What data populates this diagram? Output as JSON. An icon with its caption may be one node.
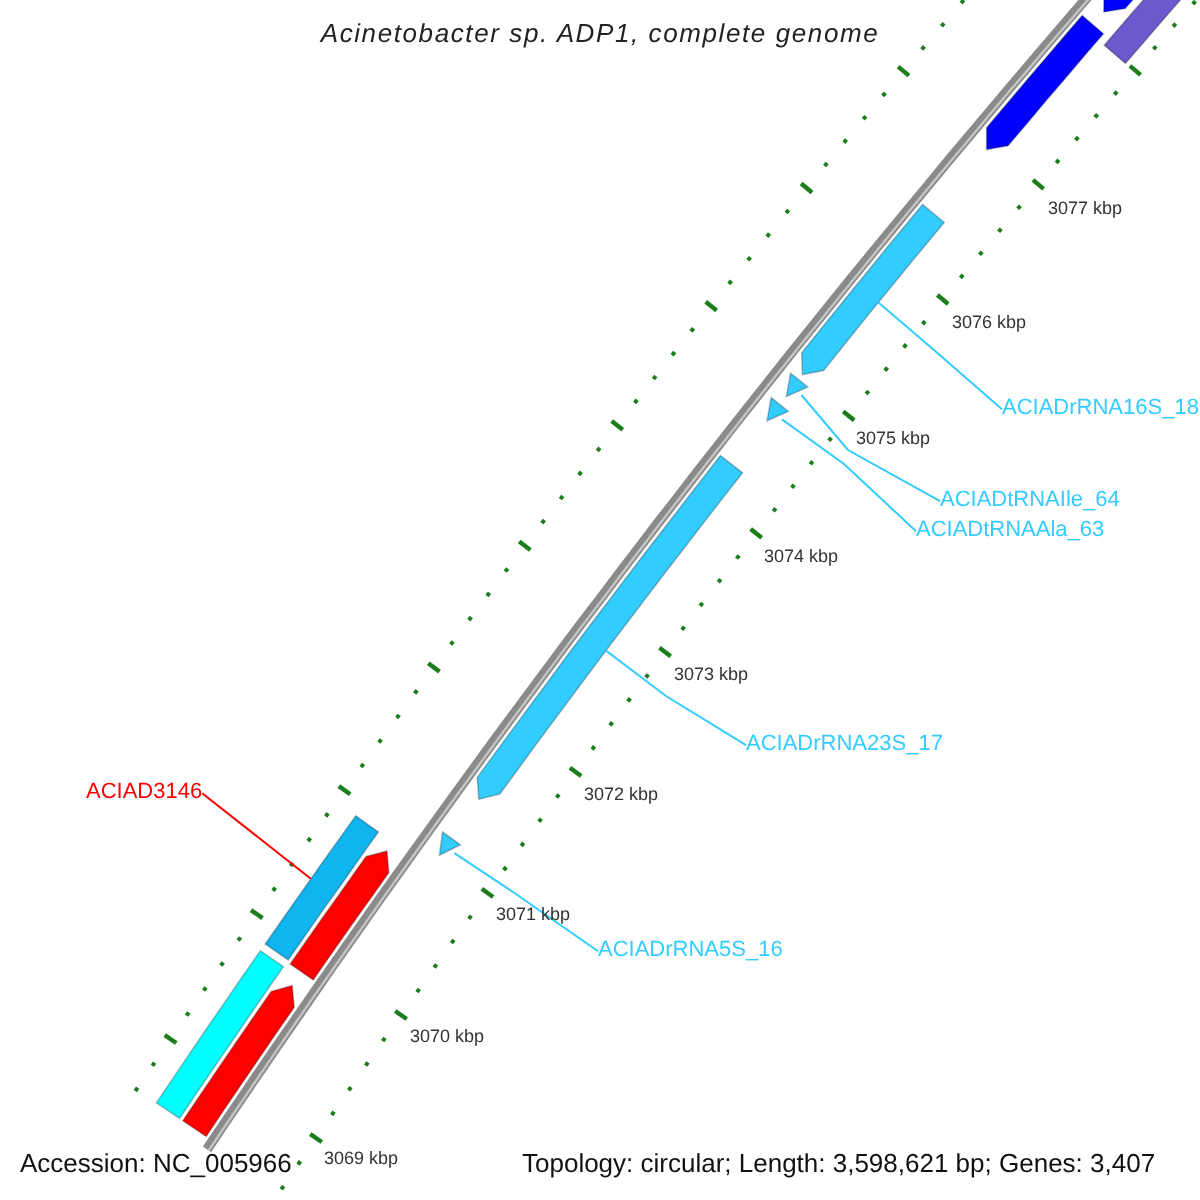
{
  "diagram": {
    "title": "Acinetobacter sp. ADP1, complete genome",
    "nodes": [
      {
        "text": [
          "ACIADrRNA16S_18"
        ]
      },
      {
        "text": [],
        "shape": "arrow"
      },
      {
        "text": [
          "ACIADtRNAIle_64"
        ]
      },
      {
        "text": [],
        "shape": "triangle"
      },
      {
        "text": [
          "ACIADtRNAAla_63"
        ]
      },
      {
        "text": [],
        "shape": "triangle"
      },
      {
        "text": [
          "ACIADrRNA23S_17"
        ]
      },
      {
        "text": [],
        "shape": "arrow"
      },
      {
        "text": [
          "ACIAD3146"
        ]
      },
      {
        "text": [],
        "shape": "bar"
      },
      {
        "text": [
          "ACIADrRNA5S_16"
        ]
      },
      {
        "text": [],
        "shape": "triangle"
      },
      {
        "text": [],
        "shape": "arrow"
      },
      {
        "text": [],
        "shape": "bar"
      },
      {
        "text": [],
        "shape": "arrow"
      },
      {
        "text": [],
        "shape": "arrow"
      },
      {
        "text": [],
        "shape": "bar"
      },
      {
        "text": [],
        "shape": "arrow"
      }
    ],
    "edges": [
      {
        "from": 0,
        "to": 1,
        "arrow": "none"
      },
      {
        "from": 2,
        "to": 3,
        "arrow": "none"
      },
      {
        "from": 4,
        "to": 5,
        "arrow": "none"
      },
      {
        "from": 6,
        "to": 7,
        "arrow": "none"
      },
      {
        "from": 8,
        "to": 9,
        "arrow": "none",
        "color": "#ff0000"
      },
      {
        "from": 10,
        "to": 11,
        "arrow": "none"
      }
    ],
    "labels": [
      "3077 kbp",
      "3076 kbp",
      "3075 kbp",
      "3074 kbp",
      "3073 kbp",
      "3072 kbp",
      "3071 kbp",
      "3070 kbp",
      "3069 kbp",
      "Accession: NC_005966",
      "Topology: circular; Length: 3,598,621 bp; Genes: 3,407"
    ]
  }
}
